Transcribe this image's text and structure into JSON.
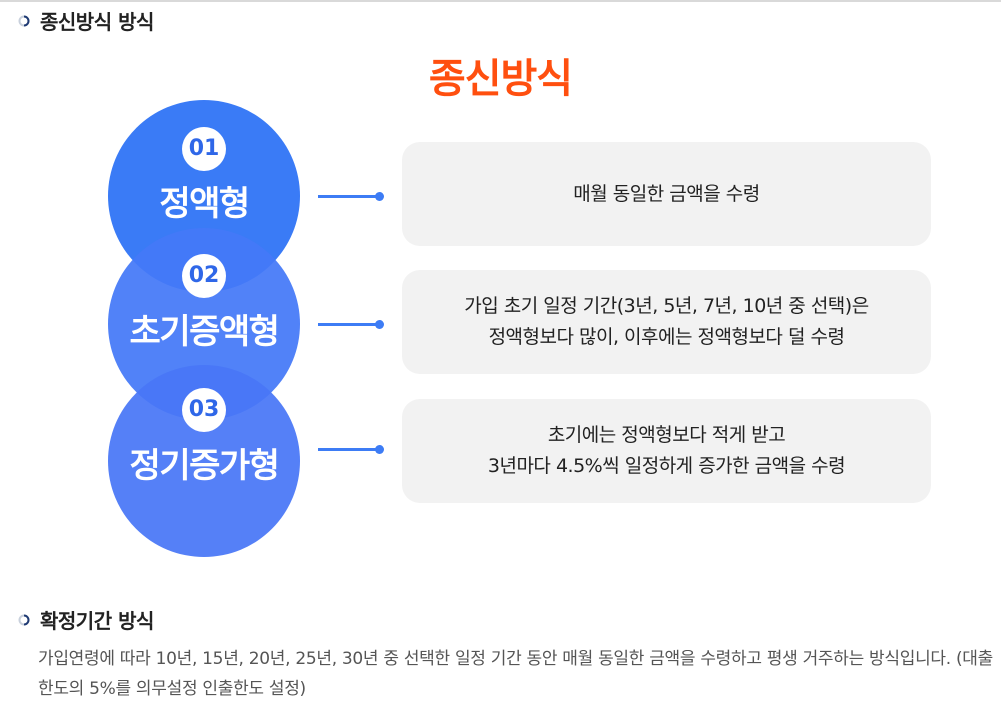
{
  "section1": {
    "heading": "종신방식 방식"
  },
  "diagram": {
    "title": "종신방식",
    "items": [
      {
        "number": "01",
        "label": "정액형",
        "description": [
          "매월 동일한 금액을 수령"
        ]
      },
      {
        "number": "02",
        "label": "초기증액형",
        "description": [
          "가입 초기 일정 기간(3년, 5년, 7년, 10년 중 선택)은",
          "정액형보다 많이, 이후에는 정액형보다 덜 수령"
        ]
      },
      {
        "number": "03",
        "label": "정기증가형",
        "description": [
          "초기에는 정액형보다 적게 받고",
          "3년마다 4.5%씩 일정하게 증가한 금액을 수령"
        ]
      }
    ]
  },
  "section2": {
    "heading": "확정기간 방식",
    "paragraph": "가입연령에 따라 10년, 15년, 20년, 25년, 30년 중 선택한 일정 기간 동안 매월 동일한 금액을 수령하고 평생 거주하는 방식입니다. (대출한도의 5%를 의무설정 인출한도 설정)"
  },
  "colors": {
    "accent_blue": "#3d7cf5",
    "title_orange": "#ff4f0f",
    "box_gray": "#f2f2f2"
  },
  "icons": {
    "section_bullet": "half-circle-bullet-icon"
  }
}
